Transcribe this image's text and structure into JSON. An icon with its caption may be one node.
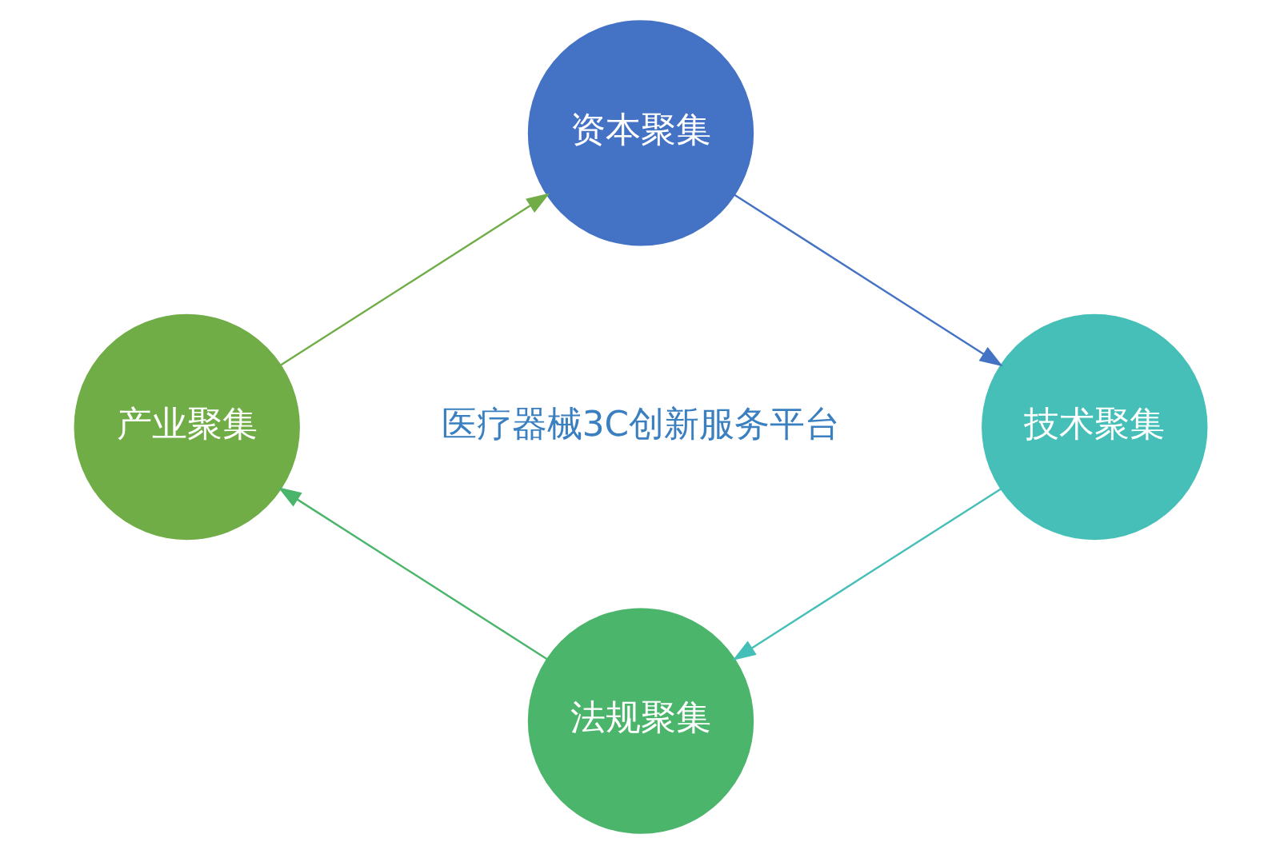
{
  "diagram": {
    "nodes": [
      {
        "text": [
          "资本聚集"
        ]
      },
      {
        "text": [
          "技术聚集"
        ]
      },
      {
        "text": [
          "法规聚集"
        ]
      },
      {
        "text": [
          "产业聚集"
        ]
      }
    ],
    "edges": [
      {
        "from": 0,
        "to": 1,
        "arrow": "to",
        "color": "#4472c4"
      },
      {
        "from": 1,
        "to": 2,
        "arrow": "to",
        "color": "#45bfb7"
      },
      {
        "from": 2,
        "to": 3,
        "arrow": "to",
        "color": "#4bb56b"
      },
      {
        "from": 3,
        "to": 0,
        "arrow": "to",
        "color": "#70ad47"
      }
    ],
    "labels": [
      "医疗器械3C创新服务平台"
    ]
  }
}
